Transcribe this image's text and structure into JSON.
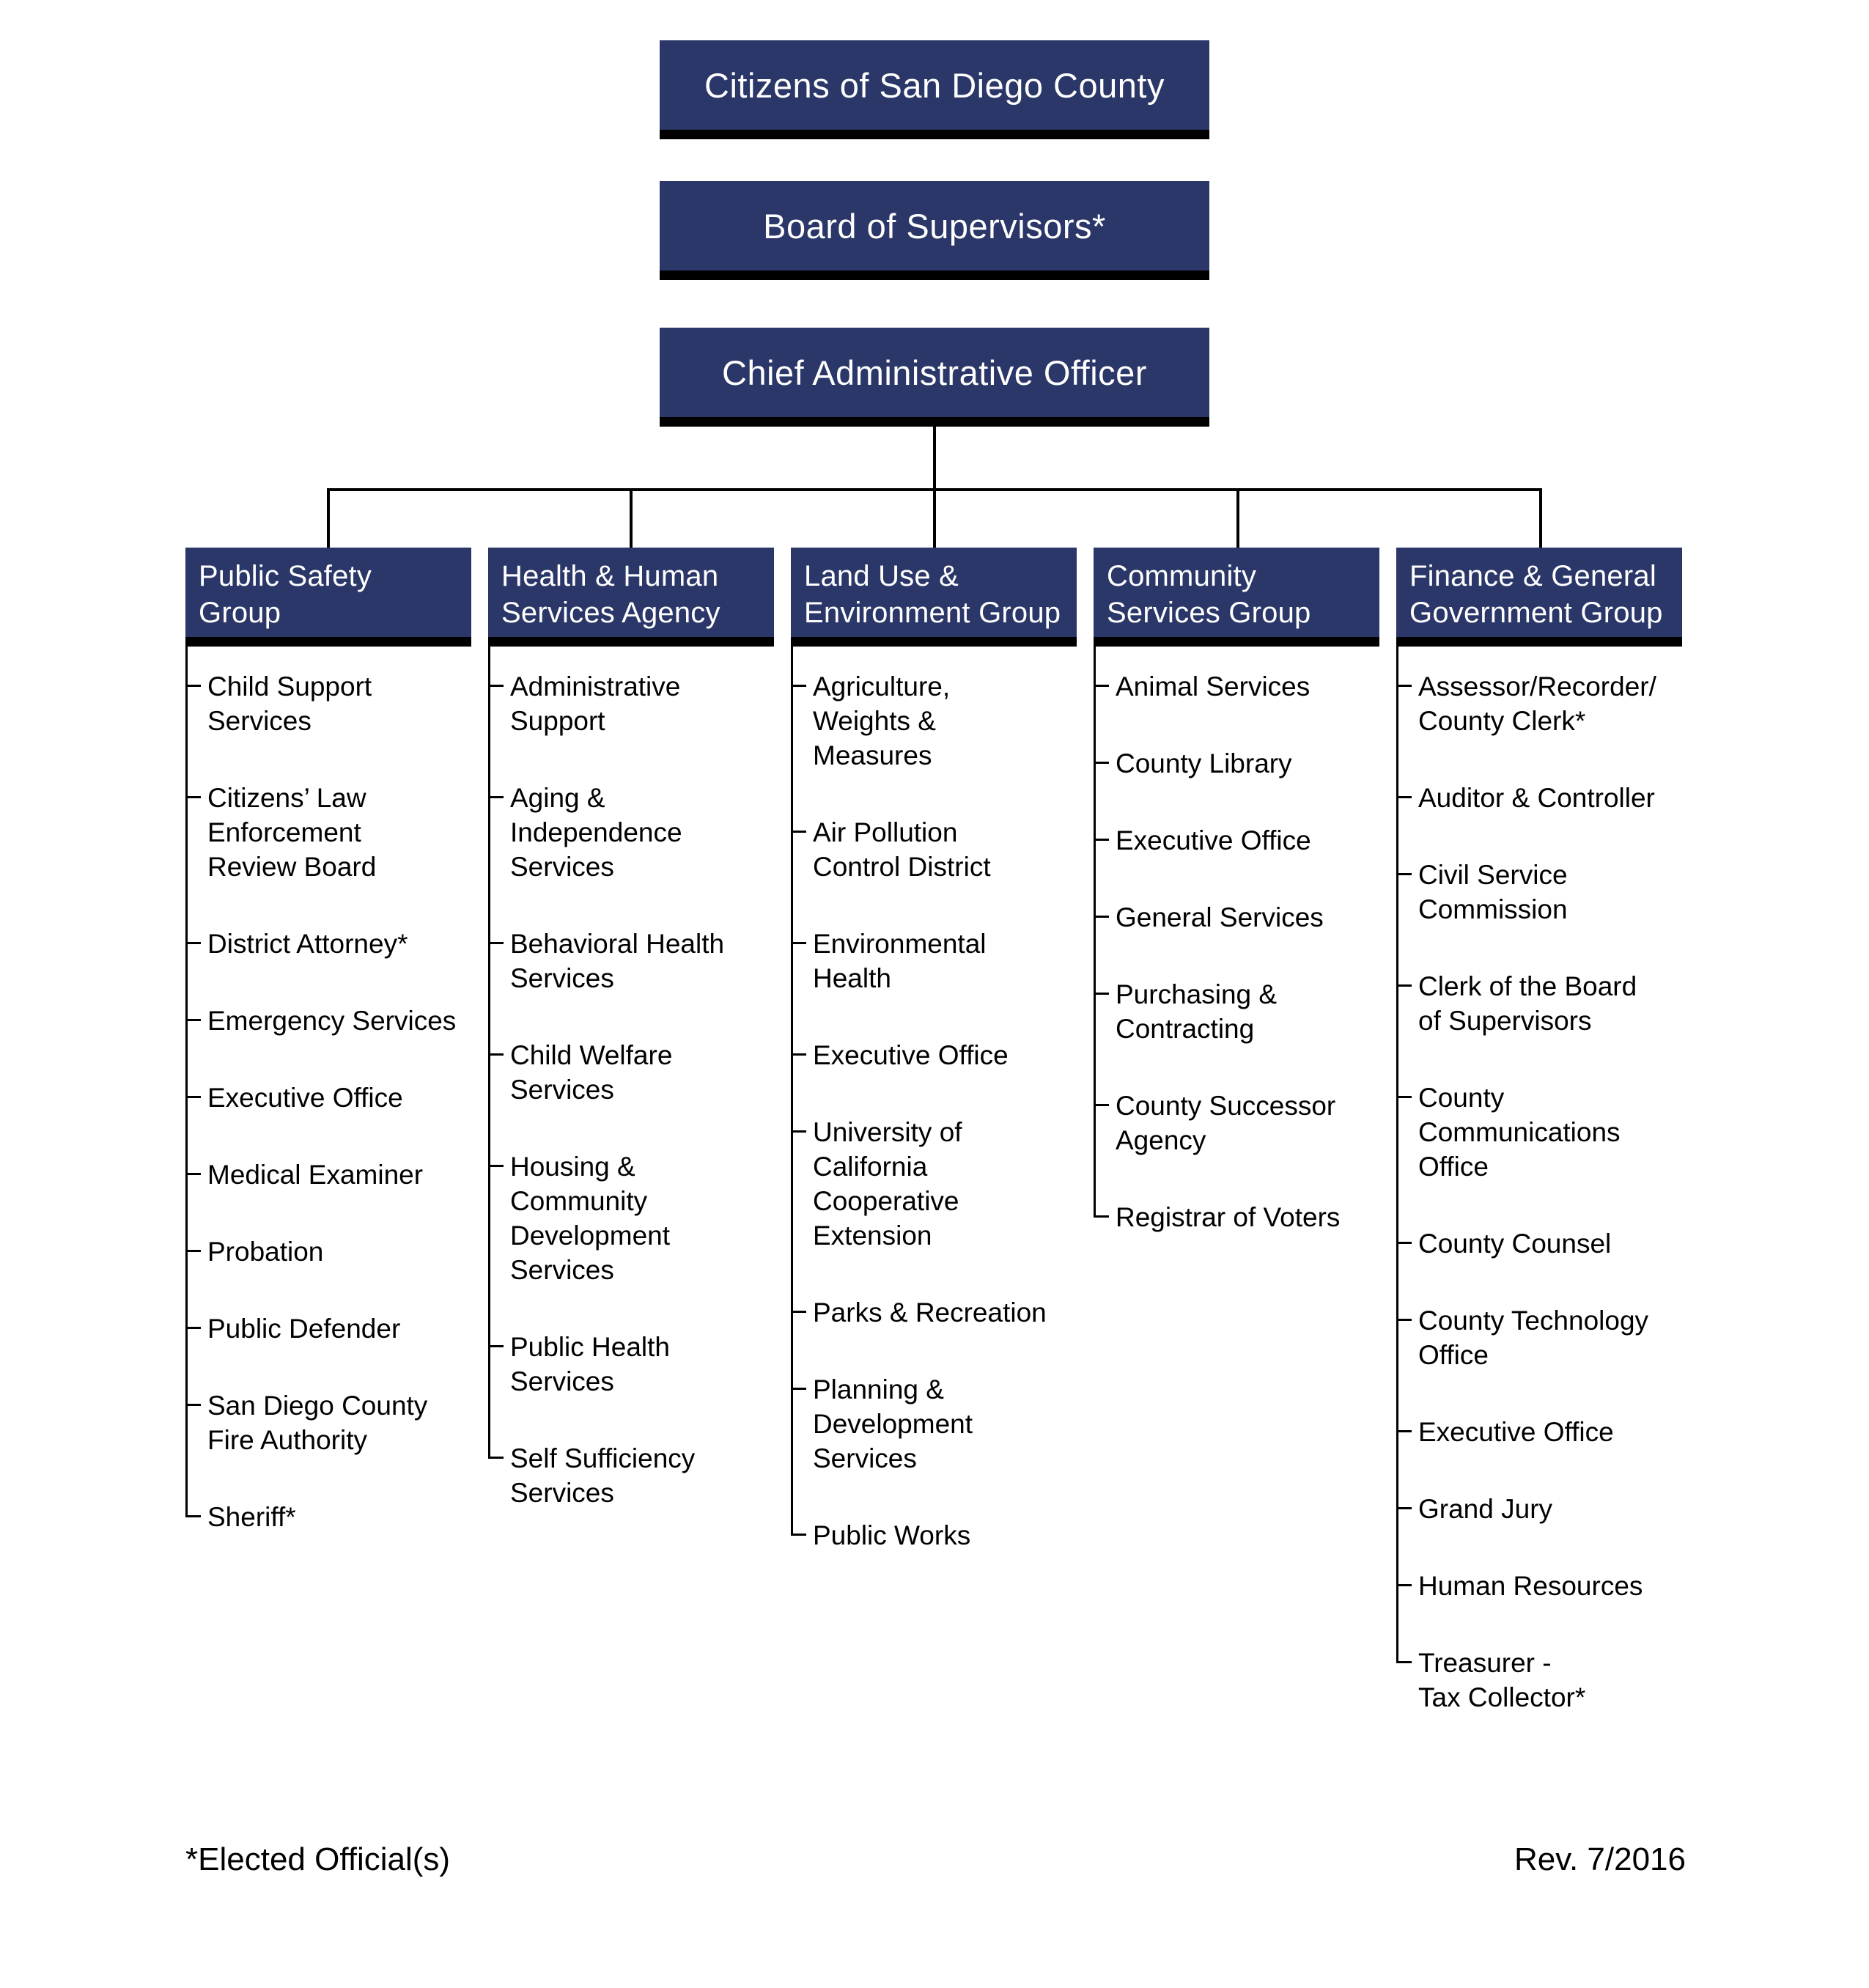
{
  "page": {
    "background": "#ffffff"
  },
  "colors": {
    "box_navy": "#2A3768",
    "box_shadow": "#000000",
    "connector": "#000000",
    "department_text": "#000000",
    "header_text": "#ffffff"
  },
  "hierarchy": [
    {
      "label": "Citizens of San Diego County"
    },
    {
      "label": "Board of Supervisors*"
    },
    {
      "label": "Chief Administrative Officer"
    }
  ],
  "groups": [
    {
      "name": "Public Safety\nGroup",
      "departments": [
        "Child Support\nServices",
        "Citizens’ Law\nEnforcement\nReview Board",
        "District Attorney*",
        "Emergency Services",
        "Executive Office",
        "Medical Examiner",
        "Probation",
        "Public Defender",
        "San Diego County\nFire Authority",
        "Sheriff*"
      ]
    },
    {
      "name": "Health & Human\nServices Agency",
      "departments": [
        "Administrative\nSupport",
        "Aging &\nIndependence\nServices",
        "Behavioral Health\nServices",
        "Child Welfare\nServices",
        "Housing &\nCommunity\nDevelopment\nServices",
        "Public Health\nServices",
        "Self Sufficiency\nServices"
      ]
    },
    {
      "name": "Land Use &\nEnvironment Group",
      "departments": [
        "Agriculture,\nWeights &\nMeasures",
        "Air Pollution\nControl District",
        "Environmental\nHealth",
        "Executive Office",
        "University of\nCalifornia\nCooperative\nExtension",
        "Parks & Recreation",
        "Planning &\nDevelopment\nServices",
        "Public Works"
      ]
    },
    {
      "name": "Community\nServices Group",
      "departments": [
        "Animal Services",
        "County Library",
        "Executive Office",
        "General Services",
        "Purchasing &\nContracting",
        "County Successor\nAgency",
        "Registrar of Voters"
      ]
    },
    {
      "name": "Finance & General\nGovernment Group",
      "departments": [
        "Assessor/Recorder/\nCounty Clerk*",
        "Auditor & Controller",
        "Civil Service\nCommission",
        "Clerk of the Board\nof Supervisors",
        "County\nCommunications\nOffice",
        "County Counsel",
        "County Technology\nOffice",
        "Executive Office",
        "Grand Jury",
        "Human Resources",
        "Treasurer -\nTax Collector*"
      ]
    }
  ],
  "footer": {
    "note": "*Elected Official(s)",
    "revision": "Rev. 7/2016"
  }
}
